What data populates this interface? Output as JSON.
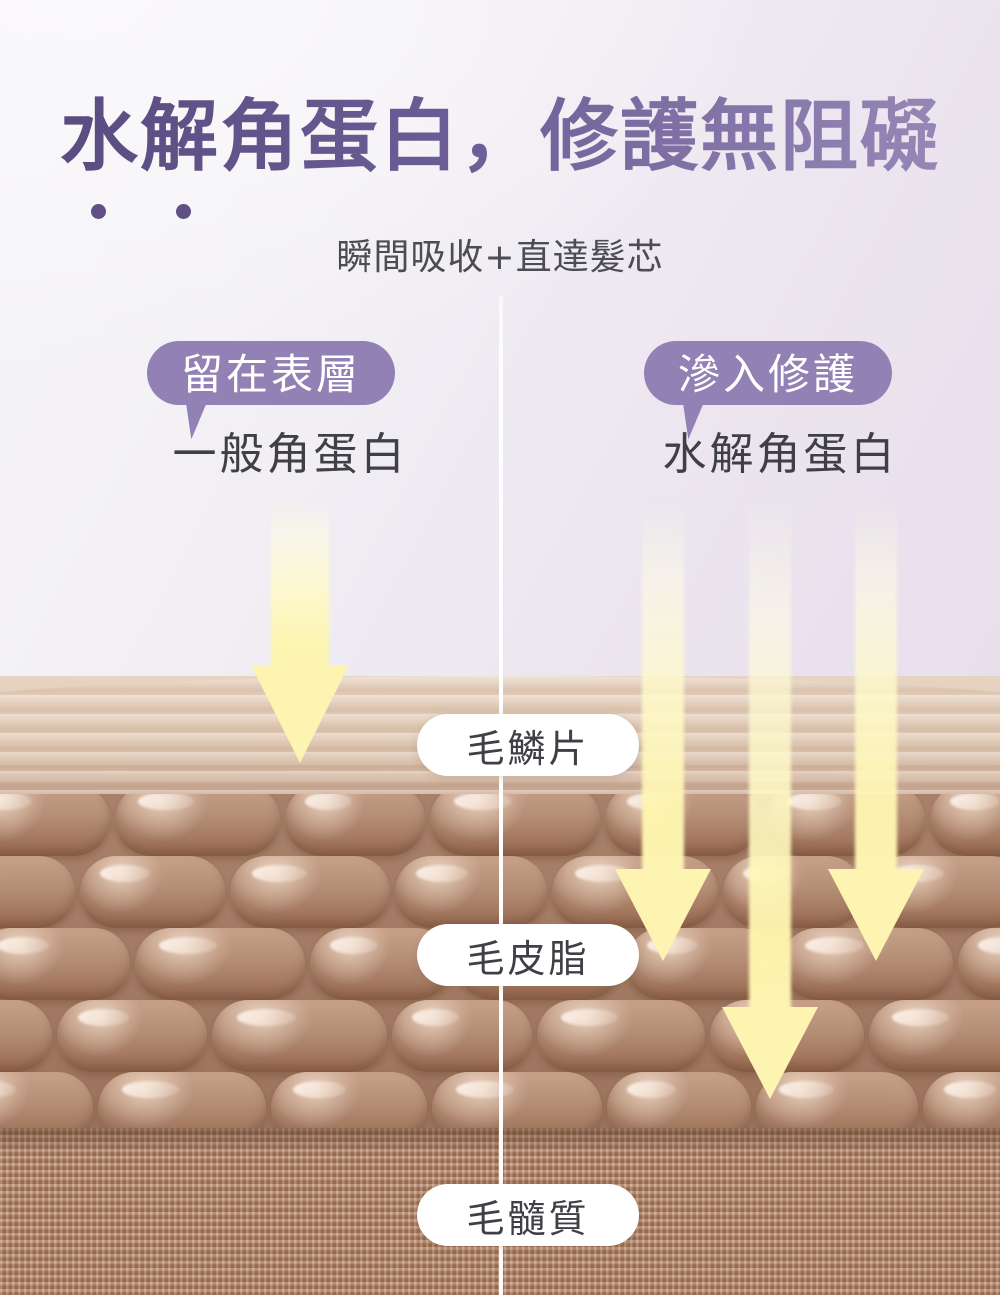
{
  "header": {
    "title": "水解角蛋白，修護無阻礙",
    "subtitle": "瞬間吸收+直達髮芯",
    "title_color": "#6a5a92",
    "emphasis_dot_color": "#605087"
  },
  "comparison": {
    "left": {
      "badge": "留在表層",
      "label": "一般角蛋白"
    },
    "right": {
      "badge": "滲入修護",
      "label": "水解角蛋白"
    },
    "badge_color": "#9181b4"
  },
  "hair_layers": [
    {
      "name": "毛鱗片",
      "color": "#dcc2ac"
    },
    {
      "name": "毛皮脂",
      "color": "#b68f77"
    },
    {
      "name": "毛髓質",
      "color": "#a97b5f"
    }
  ],
  "arrows": {
    "color": "#fcf4b0",
    "left": [
      {
        "depth": "surface"
      }
    ],
    "right": [
      {
        "depth": "cortex-upper"
      },
      {
        "depth": "cortex-deep"
      },
      {
        "depth": "cortex-upper"
      }
    ]
  }
}
